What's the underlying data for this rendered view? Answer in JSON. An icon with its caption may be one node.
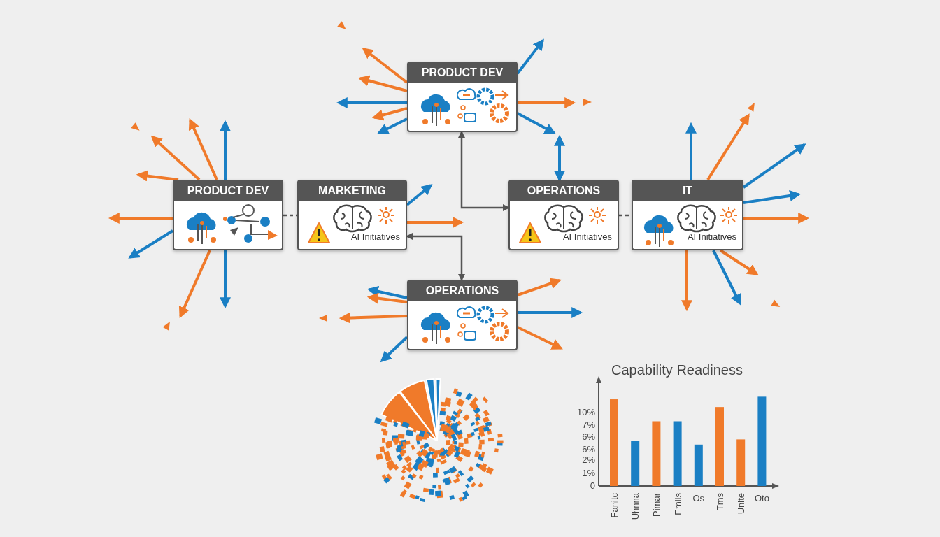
{
  "diagram": {
    "nodes": [
      {
        "text": [
          "PRODUCT DEV"
        ]
      },
      {
        "text": [
          "MARKETING",
          "AI Initiatives"
        ]
      },
      {
        "text": [
          "PRODUCT DEV"
        ]
      },
      {
        "text": [
          "OPERATIONS",
          "AI Initiatives"
        ]
      },
      {
        "text": [
          "IT",
          "AI Initiatives"
        ]
      },
      {
        "text": [
          "OPERATIONS"
        ]
      }
    ],
    "edges": [
      {
        "from": 0,
        "to": 1,
        "arrow": "none",
        "style": "dashed",
        "color": "#555555"
      },
      {
        "from": 3,
        "to": 4,
        "arrow": "none",
        "style": "dashed",
        "color": "#555555"
      },
      {
        "from": 2,
        "to": 3,
        "arrow": "both",
        "color": "#555555"
      },
      {
        "from": 1,
        "to": 5,
        "arrow": "both",
        "color": "#555555"
      },
      {
        "from": null,
        "to": 3,
        "arrow": "both",
        "color": "#1a7fc4"
      },
      {
        "from": 2,
        "to": null,
        "arrow": "to",
        "color": "#f07a2a"
      },
      {
        "from": 2,
        "to": null,
        "arrow": "to",
        "color": "#f07a2a"
      },
      {
        "from": 2,
        "to": null,
        "arrow": "to",
        "color": "#1a7fc4"
      },
      {
        "from": 2,
        "to": null,
        "arrow": "to",
        "color": "#f07a2a"
      },
      {
        "from": 2,
        "to": null,
        "arrow": "to",
        "color": "#1a7fc4"
      },
      {
        "from": 2,
        "to": null,
        "arrow": "to",
        "color": "#1a7fc4"
      },
      {
        "from": 2,
        "to": null,
        "arrow": "to",
        "color": "#f07a2a"
      },
      {
        "from": 2,
        "to": null,
        "arrow": "to",
        "color": "#1a7fc4"
      },
      {
        "from": 0,
        "to": null,
        "arrow": "to",
        "color": "#f07a2a"
      },
      {
        "from": 0,
        "to": null,
        "arrow": "to",
        "color": "#1a7fc4"
      },
      {
        "from": 0,
        "to": null,
        "arrow": "to",
        "color": "#f07a2a"
      },
      {
        "from": 0,
        "to": null,
        "arrow": "to",
        "color": "#f07a2a"
      },
      {
        "from": 0,
        "to": null,
        "arrow": "to",
        "color": "#f07a2a"
      },
      {
        "from": 0,
        "to": null,
        "arrow": "to",
        "color": "#1a7fc4"
      },
      {
        "from": 0,
        "to": null,
        "arrow": "to",
        "color": "#f07a2a"
      },
      {
        "from": 0,
        "to": null,
        "arrow": "to",
        "color": "#1a7fc4"
      },
      {
        "from": 1,
        "to": null,
        "arrow": "to",
        "color": "#1a7fc4"
      },
      {
        "from": 1,
        "to": null,
        "arrow": "to",
        "color": "#f07a2a"
      },
      {
        "from": 4,
        "to": null,
        "arrow": "to",
        "color": "#1a7fc4"
      },
      {
        "from": 4,
        "to": null,
        "arrow": "to",
        "color": "#f07a2a"
      },
      {
        "from": 4,
        "to": null,
        "arrow": "to",
        "color": "#1a7fc4"
      },
      {
        "from": 4,
        "to": null,
        "arrow": "to",
        "color": "#1a7fc4"
      },
      {
        "from": 4,
        "to": null,
        "arrow": "to",
        "color": "#f07a2a"
      },
      {
        "from": 4,
        "to": null,
        "arrow": "to",
        "color": "#f07a2a"
      },
      {
        "from": 4,
        "to": null,
        "arrow": "to",
        "color": "#1a7fc4"
      },
      {
        "from": 4,
        "to": null,
        "arrow": "to",
        "color": "#f07a2a"
      },
      {
        "from": 5,
        "to": null,
        "arrow": "to",
        "color": "#1a7fc4"
      },
      {
        "from": 5,
        "to": null,
        "arrow": "to",
        "color": "#f07a2a"
      },
      {
        "from": 5,
        "to": null,
        "arrow": "to",
        "color": "#f07a2a"
      },
      {
        "from": 5,
        "to": null,
        "arrow": "to",
        "color": "#1a7fc4"
      },
      {
        "from": 5,
        "to": null,
        "arrow": "to",
        "color": "#f07a2a"
      },
      {
        "from": 5,
        "to": null,
        "arrow": "to",
        "color": "#1a7fc4"
      },
      {
        "from": 5,
        "to": null,
        "arrow": "to",
        "color": "#f07a2a"
      }
    ],
    "chart_data": {
      "type": "bar",
      "title": "Capability Readiness",
      "categories": [
        "Fanitc",
        "Uhnna",
        "Pimar",
        "Emils",
        "Os",
        "Tms",
        "Unite",
        "Oto"
      ],
      "series": [
        {
          "color": "#f07a2a",
          "values": [
            6.7,
            null,
            5.0,
            null,
            null,
            6.1,
            3.6,
            null
          ]
        },
        {
          "color": "#1a7fc4",
          "values": [
            null,
            3.5,
            null,
            5.0,
            3.2,
            null,
            null,
            6.9
          ]
        }
      ],
      "ylim": [
        0,
        8
      ],
      "yticks": [
        {
          "value": 0,
          "label": "0"
        },
        {
          "value": 1,
          "label": "1%"
        },
        {
          "value": 2,
          "label": "2%"
        }
      ]
    },
    "labels": [
      "6%",
      "6%",
      "7%",
      "10%"
    ]
  }
}
